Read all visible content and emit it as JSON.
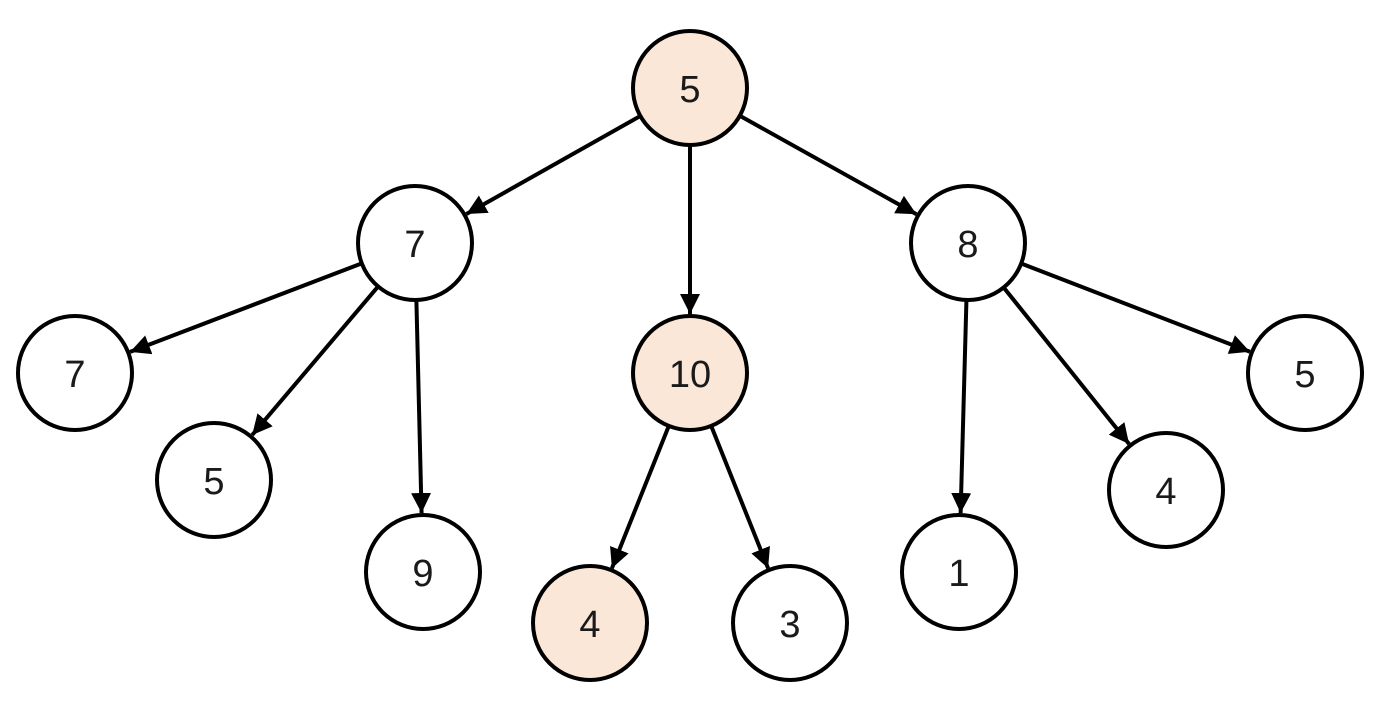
{
  "colors": {
    "highlight_fill": "#fae7d8",
    "default_fill": "#ffffff",
    "stroke": "#000000"
  },
  "tree": {
    "nodes": [
      {
        "id": "root",
        "label": "5",
        "highlighted": true
      },
      {
        "id": "n7a",
        "label": "7",
        "highlighted": false
      },
      {
        "id": "n10",
        "label": "10",
        "highlighted": true
      },
      {
        "id": "n8",
        "label": "8",
        "highlighted": false
      },
      {
        "id": "n7b",
        "label": "7",
        "highlighted": false
      },
      {
        "id": "n5a",
        "label": "5",
        "highlighted": false
      },
      {
        "id": "n9",
        "label": "9",
        "highlighted": false
      },
      {
        "id": "n4a",
        "label": "4",
        "highlighted": true
      },
      {
        "id": "n3",
        "label": "3",
        "highlighted": false
      },
      {
        "id": "n1",
        "label": "1",
        "highlighted": false
      },
      {
        "id": "n4b",
        "label": "4",
        "highlighted": false
      },
      {
        "id": "n5b",
        "label": "5",
        "highlighted": false
      }
    ],
    "edges": [
      {
        "from": "root",
        "to": "n7a"
      },
      {
        "from": "root",
        "to": "n10"
      },
      {
        "from": "root",
        "to": "n8"
      },
      {
        "from": "n7a",
        "to": "n7b"
      },
      {
        "from": "n7a",
        "to": "n5a"
      },
      {
        "from": "n7a",
        "to": "n9"
      },
      {
        "from": "n10",
        "to": "n4a"
      },
      {
        "from": "n10",
        "to": "n3"
      },
      {
        "from": "n8",
        "to": "n1"
      },
      {
        "from": "n8",
        "to": "n4b"
      },
      {
        "from": "n8",
        "to": "n5b"
      }
    ]
  }
}
